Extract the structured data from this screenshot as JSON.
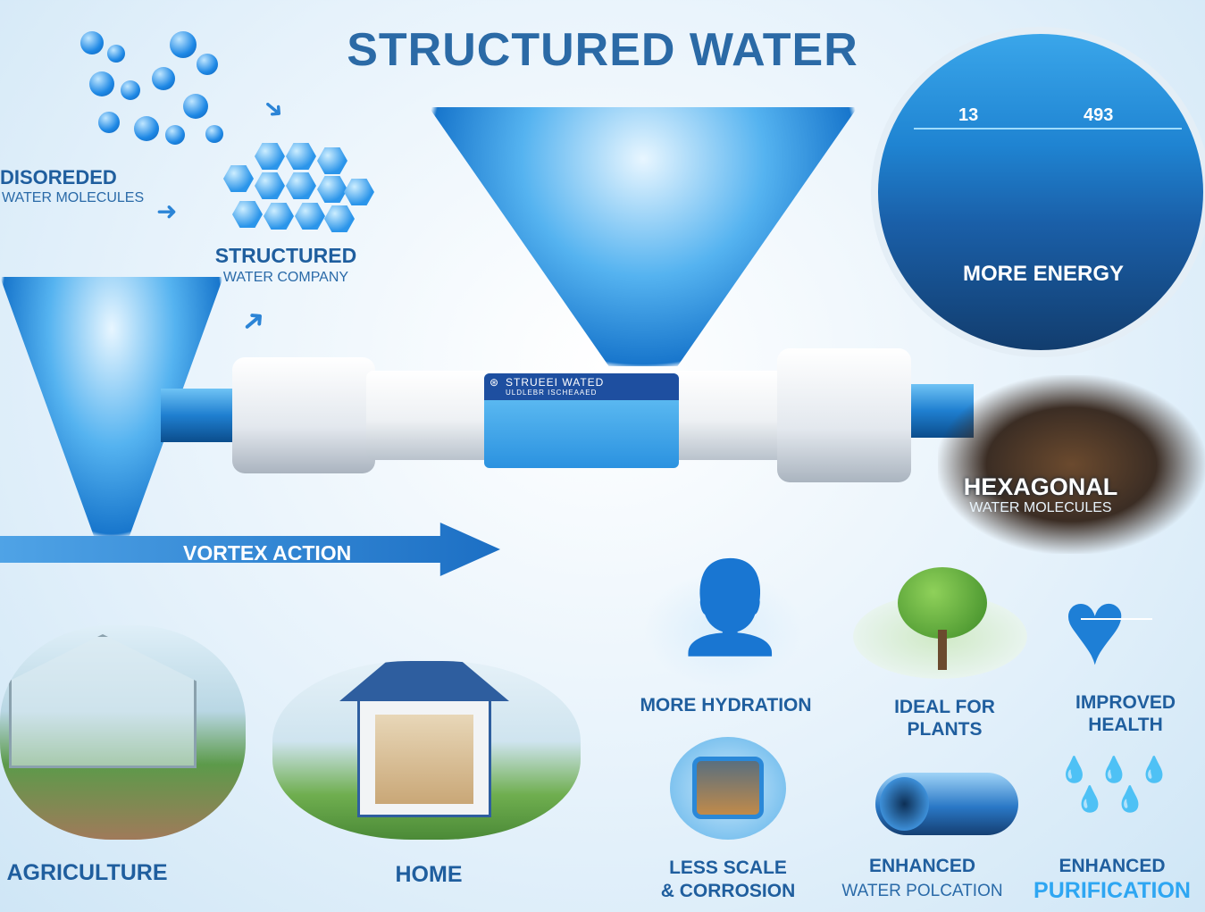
{
  "title": "STRUCTURED WATER",
  "molecules": {
    "disordered": {
      "title": "DISOREDED",
      "subtitle": "WATER MOLECULES"
    },
    "structured": {
      "title": "STRUCTURED",
      "subtitle": "WATER COMPANY"
    }
  },
  "magnifier": {
    "readout_left": "13",
    "readout_right": "493",
    "label": "MORE ENERGY"
  },
  "device": {
    "label_title": "STRUEEI WATED",
    "label_subtitle": "ULDLEBR ISCHEAAED"
  },
  "hexagonal": {
    "title": "HEXAGONAL",
    "subtitle": "WATER MOLECULES"
  },
  "vortex_action": "VORTEX ACTION",
  "applications": [
    {
      "label": "AGRICULTURE"
    },
    {
      "label": "HOME"
    }
  ],
  "benefits": [
    {
      "icon": "person-drinking-icon",
      "line1": "MORE HYDRATION",
      "line2": ""
    },
    {
      "icon": "tree-icon",
      "line1": "IDEAL FOR",
      "line2": "PLANTS"
    },
    {
      "icon": "heart-pulse-icon",
      "line1": "IMPROVED",
      "line2": "HEALTH"
    },
    {
      "icon": "appliance-icon",
      "line1": "LESS SCALE",
      "line2": "& CORROSION"
    },
    {
      "icon": "pipe-icon",
      "line1": "ENHANCED",
      "line2": "WATER POLCATION"
    },
    {
      "icon": "water-drops-icon",
      "line1": "ENHANCED",
      "line2": "PURIFICATION"
    }
  ],
  "colors": {
    "primary": "#1f5e9e",
    "accent": "#2ea6f2",
    "label_band": "#1e4fa0"
  }
}
